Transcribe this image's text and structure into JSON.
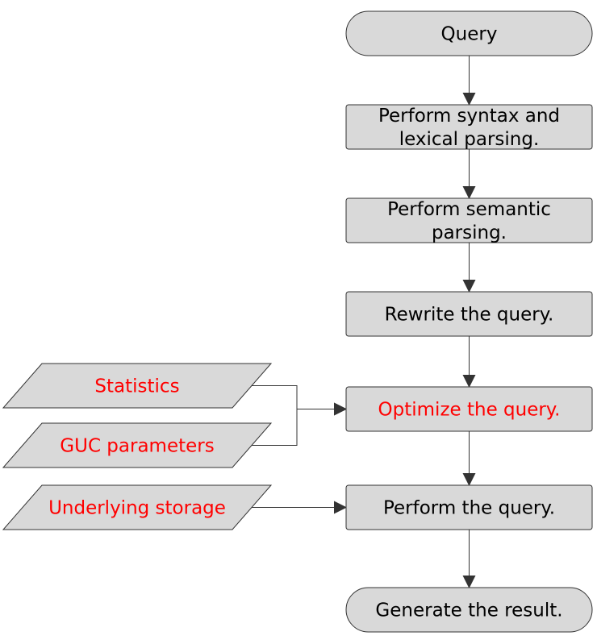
{
  "diagram": {
    "colors": {
      "fill": "#d9d9d9",
      "stroke": "#333333",
      "text": "#000000",
      "highlight": "#ff0000"
    },
    "nodes": [
      {
        "id": "query",
        "shape": "terminal",
        "lines": [
          "Query"
        ],
        "highlight": false
      },
      {
        "id": "syntax",
        "shape": "process",
        "lines": [
          "Perform syntax and",
          "lexical parsing."
        ],
        "highlight": false
      },
      {
        "id": "semantic",
        "shape": "process",
        "lines": [
          "Perform semantic",
          "parsing."
        ],
        "highlight": false
      },
      {
        "id": "rewrite",
        "shape": "process",
        "lines": [
          "Rewrite the query."
        ],
        "highlight": false
      },
      {
        "id": "optimize",
        "shape": "process",
        "lines": [
          "Optimize the query."
        ],
        "highlight": true
      },
      {
        "id": "perform",
        "shape": "process",
        "lines": [
          "Perform the query."
        ],
        "highlight": false
      },
      {
        "id": "result",
        "shape": "terminal",
        "lines": [
          "Generate the result."
        ],
        "highlight": false
      },
      {
        "id": "statistics",
        "shape": "data",
        "lines": [
          "Statistics"
        ],
        "highlight": true
      },
      {
        "id": "guc",
        "shape": "data",
        "lines": [
          "GUC parameters"
        ],
        "highlight": true
      },
      {
        "id": "storage",
        "shape": "data",
        "lines": [
          "Underlying storage"
        ],
        "highlight": true
      }
    ],
    "edges": [
      {
        "from": "query",
        "to": "syntax"
      },
      {
        "from": "syntax",
        "to": "semantic"
      },
      {
        "from": "semantic",
        "to": "rewrite"
      },
      {
        "from": "rewrite",
        "to": "optimize"
      },
      {
        "from": "optimize",
        "to": "perform"
      },
      {
        "from": "perform",
        "to": "result"
      },
      {
        "from": "statistics",
        "to": "optimize"
      },
      {
        "from": "guc",
        "to": "optimize"
      },
      {
        "from": "storage",
        "to": "perform"
      }
    ]
  }
}
